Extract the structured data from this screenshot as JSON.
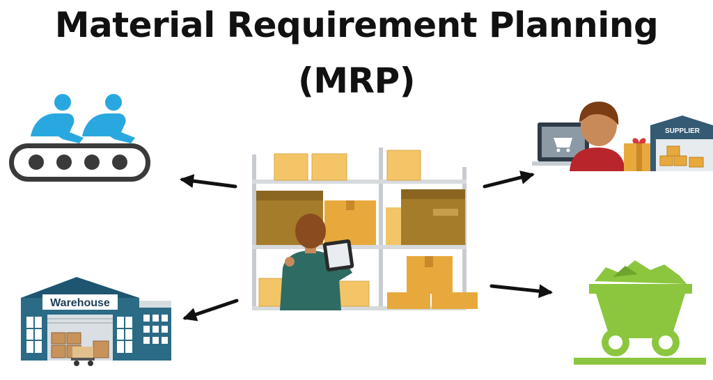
{
  "title": {
    "line1": "Material Requirement Planning",
    "line2": "(MRP)"
  },
  "labels": {
    "warehouse": "Warehouse",
    "supplier": "SUPPLIER"
  },
  "icons": {
    "center": "warehouse-worker-shelves-icon",
    "top_left": "production-conveyor-icon",
    "bottom_left": "warehouse-building-icon",
    "top_right": "online-supplier-icon",
    "bottom_right": "mine-cart-icon"
  },
  "colors": {
    "title": "#111111",
    "conveyor_workers": "#29a8e0",
    "conveyor_belt": "#3a3a3a",
    "box": "#e8a93c",
    "box_dark": "#a57c2a",
    "worker_shirt": "#2e6b63",
    "warehouse_wall": "#2b6b86",
    "mine_cart": "#8cc63f",
    "arrow": "#111111"
  }
}
